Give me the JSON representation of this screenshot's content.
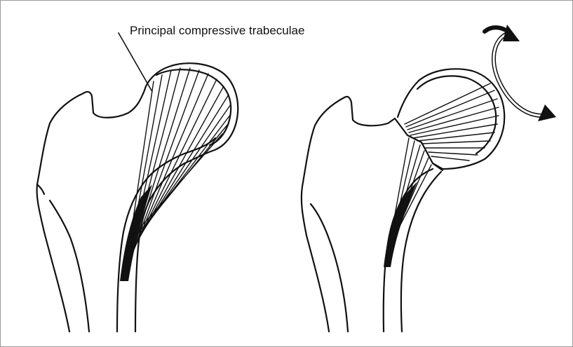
{
  "figure": {
    "label": "Principal compressive trabeculae"
  },
  "colors": {
    "ink": "#111111",
    "background": "#ffffff",
    "border": "#9a9a9a"
  },
  "panels": [
    {
      "name": "intact-femur",
      "trabeculae": "principal-compressive"
    },
    {
      "name": "fractured-femur",
      "trabeculae": "rotated",
      "indicator": "rotation-arrow"
    }
  ]
}
